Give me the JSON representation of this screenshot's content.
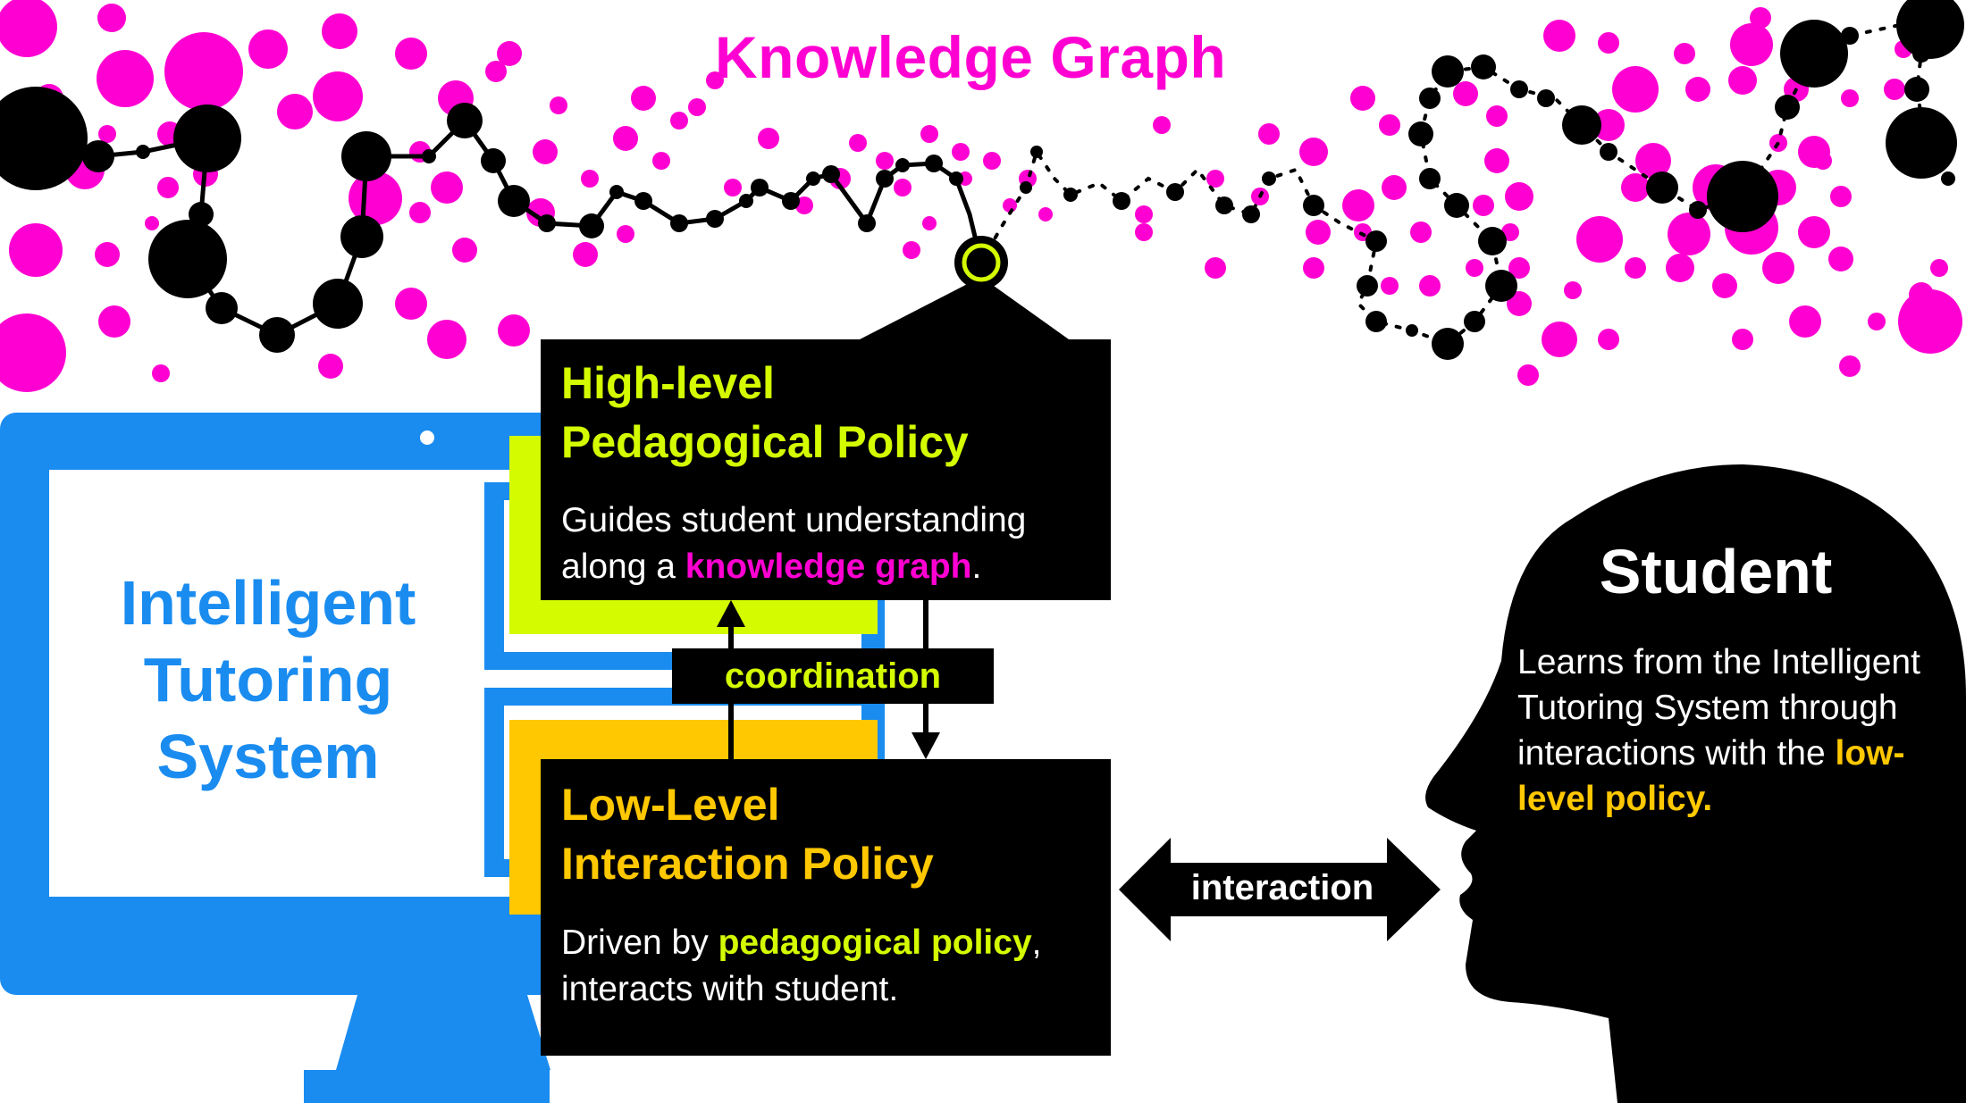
{
  "knowledge_graph": {
    "title": "Knowledge Graph",
    "colors": {
      "node_pink": "#ff00d2",
      "node_black": "#000000",
      "current_node_ring": "#d4fb00"
    }
  },
  "its": {
    "label": "Intelligent\nTutoring\nSystem",
    "color": "#1a8cf0"
  },
  "high_level_policy": {
    "title": "High-level\nPedagogical Policy",
    "desc_before": "Guides student understanding along a ",
    "desc_highlight": "knowledge graph",
    "desc_after": ".",
    "accent": "#d4fb00"
  },
  "low_level_policy": {
    "title": "Low-Level\nInteraction Policy",
    "desc_before": "Driven by ",
    "desc_highlight": "pedagogical policy",
    "desc_after": ", interacts with student.",
    "accent": "#ffc800"
  },
  "coordination_label": "coordination",
  "interaction_label": "interaction",
  "student": {
    "title": "Student",
    "desc_before": "Learns from the Intelligent Tutoring System through interactions with the ",
    "desc_highlight": "low-level policy."
  }
}
